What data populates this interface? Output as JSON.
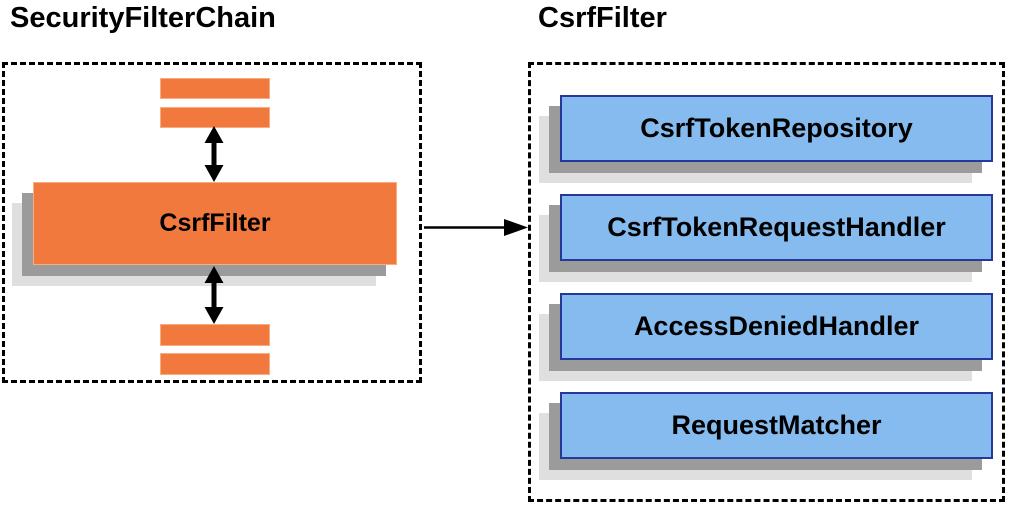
{
  "diagram": {
    "left_panel": {
      "title": "SecurityFilterChain",
      "filter_box_label": "CsrfFilter",
      "other_filter_bars": [
        "filter-bar",
        "filter-bar",
        "filter-bar",
        "filter-bar"
      ]
    },
    "right_panel": {
      "title": "CsrfFilter",
      "components": [
        "CsrfTokenRepository",
        "CsrfTokenRequestHandler",
        "AccessDeniedHandler",
        "RequestMatcher"
      ]
    },
    "colors": {
      "orange_fill": "#F2793D",
      "orange_edge": "#F8AC80",
      "blue_fill": "#85BBEE",
      "blue_border": "#27389B",
      "shadow_dark": "#9B9B9B",
      "shadow_light": "#DFDFDF",
      "line": "#000000",
      "text": "#000000",
      "background": "#FFFFFF"
    }
  }
}
